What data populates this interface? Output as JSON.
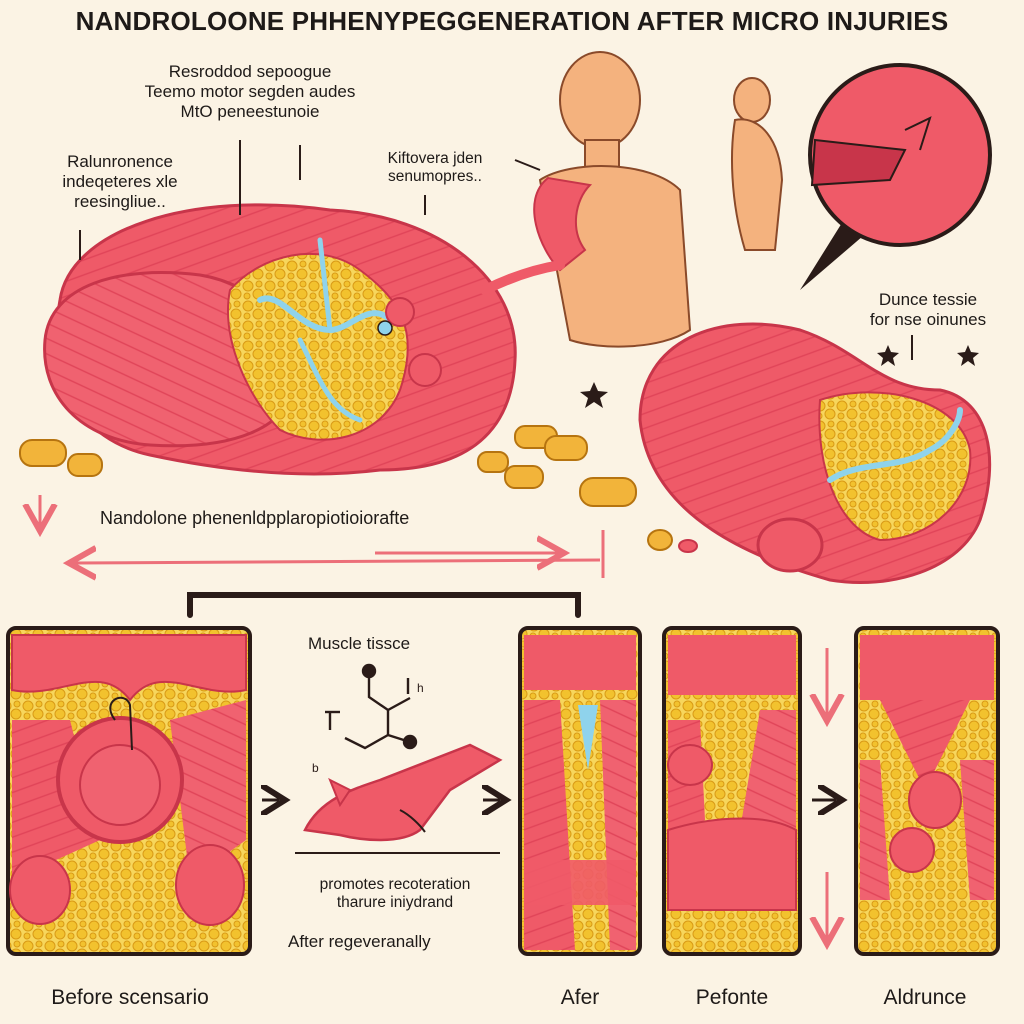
{
  "title": "NANDROLOONE PHHENYPEGGENERATION AFTER MICRO INJURIES",
  "labels": {
    "top_center": [
      "Resroddod sepoogue",
      "Teemo motor segden audes",
      "MtO peneestunoie"
    ],
    "left": [
      "Ralunronence",
      "indeqeteres xle",
      "reesingliue.."
    ],
    "arm": [
      "Kiftovera jden",
      "senumopres.."
    ],
    "right": [
      "Dunce tessie",
      "for nse oinunes"
    ],
    "drug": "Nandolone phenenldpplaropiotioiorafte",
    "muscle_tissue": "Muscle tissce",
    "promotes": [
      "promotes recoteration",
      "tharure iniydrand"
    ],
    "after_regen": "After regeveranally"
  },
  "panels": {
    "before": "Before scensario",
    "after": "Afer",
    "pefonte": "Pefonte",
    "aldrunce": "Aldrunce"
  },
  "colors": {
    "muscle": "#ef5a68",
    "muscle_dark": "#c8354a",
    "muscle_light": "#f7929a",
    "fat": "#f2c22e",
    "fat_dark": "#d99a15",
    "nerve": "#8fd3ec",
    "skin": "#f4b27e",
    "arrow_pink": "#ec6f79",
    "outline": "#2a1b18",
    "background": "#fbf3e4"
  }
}
